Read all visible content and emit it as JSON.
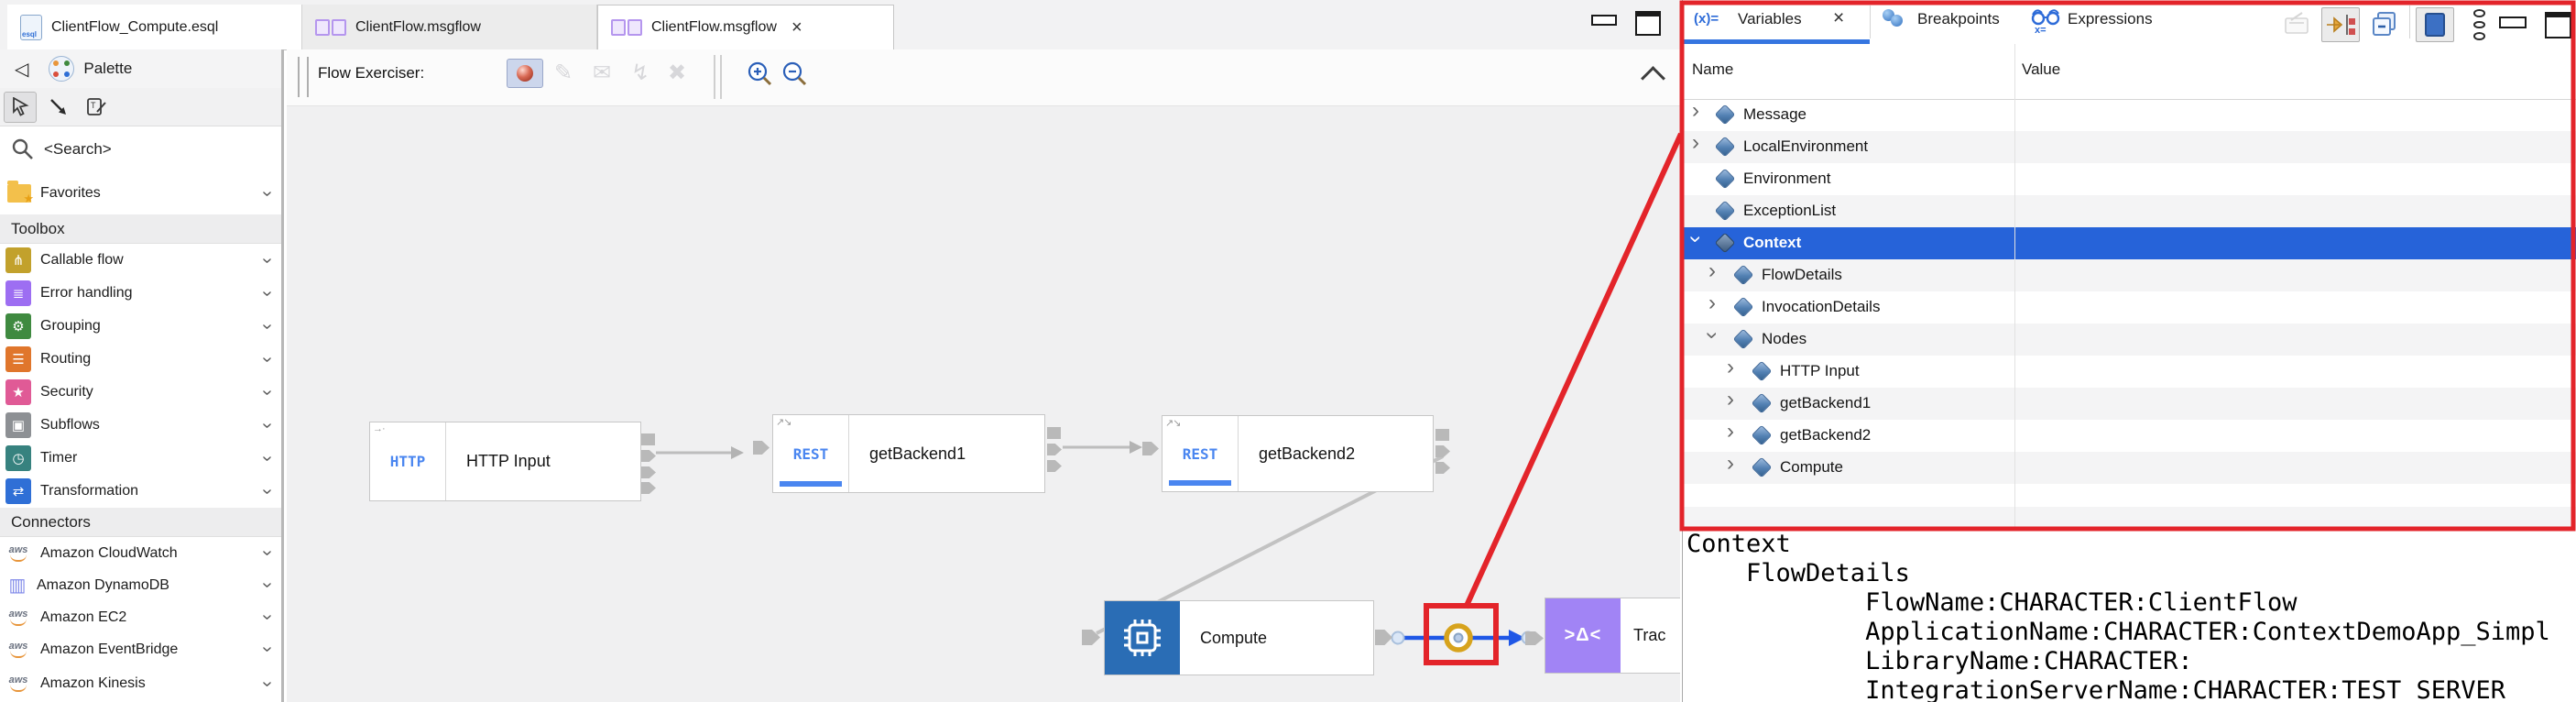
{
  "editor_tabs": {
    "tabs": [
      {
        "label": "ClientFlow_Compute.esql",
        "icon": "esql-file"
      },
      {
        "label": "ClientFlow.msgflow",
        "icon": "msgflow-file"
      },
      {
        "label": "ClientFlow.msgflow",
        "icon": "msgflow-file",
        "close_label": "×",
        "active": true
      }
    ],
    "esql_icon_text": "esql"
  },
  "palette": {
    "title": "Palette",
    "search_placeholder": "<Search>",
    "favorites_label": "Favorites",
    "sections": {
      "toolbox": "Toolbox",
      "connectors": "Connectors"
    },
    "toolbox_items": [
      {
        "label": "Callable flow",
        "icon_color": "#c2a12c",
        "glyph": "⋔"
      },
      {
        "label": "Error handling",
        "icon_color": "#9d6ef2",
        "glyph": "≣"
      },
      {
        "label": "Grouping",
        "icon_color": "#3f8a40",
        "glyph": "⚙"
      },
      {
        "label": "Routing",
        "icon_color": "#e0762c",
        "glyph": "☰"
      },
      {
        "label": "Security",
        "icon_color": "#e05a96",
        "glyph": "★"
      },
      {
        "label": "Subflows",
        "icon_color": "#8d9094",
        "glyph": "▣"
      },
      {
        "label": "Timer",
        "icon_color": "#37827f",
        "glyph": "◷"
      },
      {
        "label": "Transformation",
        "icon_color": "#2f6fd6",
        "glyph": "⇄"
      }
    ],
    "connector_items": [
      {
        "label": "Amazon CloudWatch",
        "icon": "aws"
      },
      {
        "label": "Amazon DynamoDB",
        "icon": "dynamodb"
      },
      {
        "label": "Amazon EC2",
        "icon": "aws"
      },
      {
        "label": "Amazon EventBridge",
        "icon": "aws"
      },
      {
        "label": "Amazon Kinesis",
        "icon": "aws"
      }
    ],
    "aws_icon_text": "aws",
    "dynamodb_glyph": "▥"
  },
  "canvas_toolbar": {
    "flow_exerciser_label": "Flow Exerciser:"
  },
  "flow": {
    "nodes": {
      "http_input": {
        "badge": "HTTP",
        "label": "HTTP Input",
        "corner": "→·"
      },
      "get_backend1": {
        "badge": "REST",
        "label": "getBackend1",
        "corner": "↗↘"
      },
      "get_backend2": {
        "badge": "REST",
        "label": "getBackend2",
        "corner": "↗↘"
      },
      "compute": {
        "label": "Compute"
      },
      "trace": {
        "label": "Trac",
        "glyph": ">Δ<"
      }
    },
    "accent_colors": {
      "compute_icon": "#2a6db5",
      "trace_icon": "#a184f5",
      "connection_blue": "#1f57e6",
      "breakpoint_gold": "#d7a31d"
    }
  },
  "variables_panel": {
    "tabs": {
      "variables_icon": "(x)=",
      "variables": "Variables",
      "close": "×",
      "breakpoints": "Breakpoints",
      "expressions": "Expressions",
      "expressions_icon_text": "x="
    },
    "columns": {
      "name": "Name",
      "value": "Value"
    },
    "rows": [
      {
        "label": "Message",
        "expand": "collapsed",
        "level": 0
      },
      {
        "label": "LocalEnvironment",
        "expand": "collapsed",
        "level": 0
      },
      {
        "label": "Environment",
        "expand": "none",
        "level": 0
      },
      {
        "label": "ExceptionList",
        "expand": "none",
        "level": 0
      },
      {
        "label": "Context",
        "expand": "expanded",
        "level": 0,
        "selected": true
      },
      {
        "label": "FlowDetails",
        "expand": "collapsed",
        "level": 1
      },
      {
        "label": "InvocationDetails",
        "expand": "collapsed",
        "level": 1
      },
      {
        "label": "Nodes",
        "expand": "expanded",
        "level": 1
      },
      {
        "label": "HTTP Input",
        "expand": "collapsed",
        "level": 2
      },
      {
        "label": "getBackend1",
        "expand": "collapsed",
        "level": 2
      },
      {
        "label": "getBackend2",
        "expand": "collapsed",
        "level": 2
      },
      {
        "label": "Compute",
        "expand": "collapsed",
        "level": 2
      }
    ],
    "selected_row_color": "#2663d9",
    "detail_text": "Context\n    FlowDetails\n            FlowName:CHARACTER:ClientFlow\n            ApplicationName:CHARACTER:ContextDemoApp_Simpl\n            LibraryName:CHARACTER:\n            IntegrationServerName:CHARACTER:TEST_SERVER"
  },
  "annotation": {
    "color": "#e3242a"
  }
}
